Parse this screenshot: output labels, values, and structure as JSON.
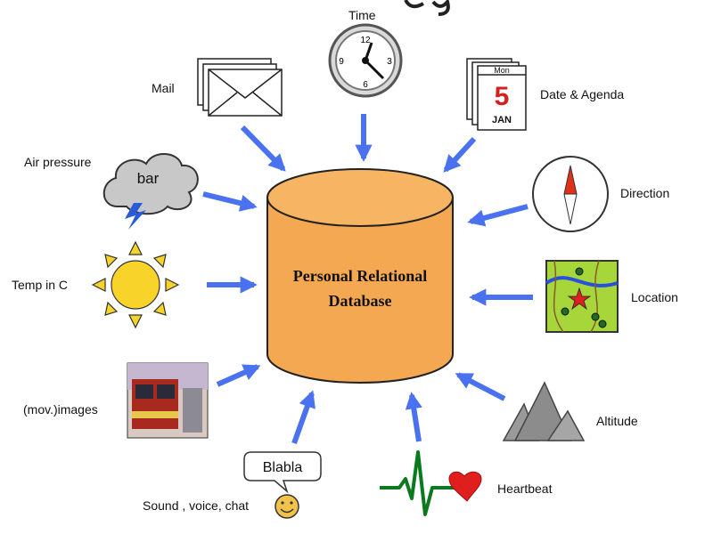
{
  "center": {
    "line1": "Personal Relational",
    "line2": "Database",
    "fill_color": "#F5A852"
  },
  "arrow_color": "#4A72F0",
  "inputs": {
    "time": "Time",
    "mail": "Mail",
    "date_agenda": "Date & Agenda",
    "air_pressure": "Air pressure",
    "direction": "Direction",
    "temp": "Temp in C",
    "location": "Location",
    "images": "(mov.)images",
    "altitude": "Altitude",
    "sound": "Sound , voice, chat",
    "heartbeat": "Heartbeat"
  },
  "icons": {
    "clock_numbers": [
      "12",
      "3",
      "6",
      "9"
    ],
    "calendar_day": "Mon",
    "calendar_date": "5",
    "calendar_month": "JAN",
    "cloud_text": "bar",
    "speech_text": "Blabla"
  }
}
